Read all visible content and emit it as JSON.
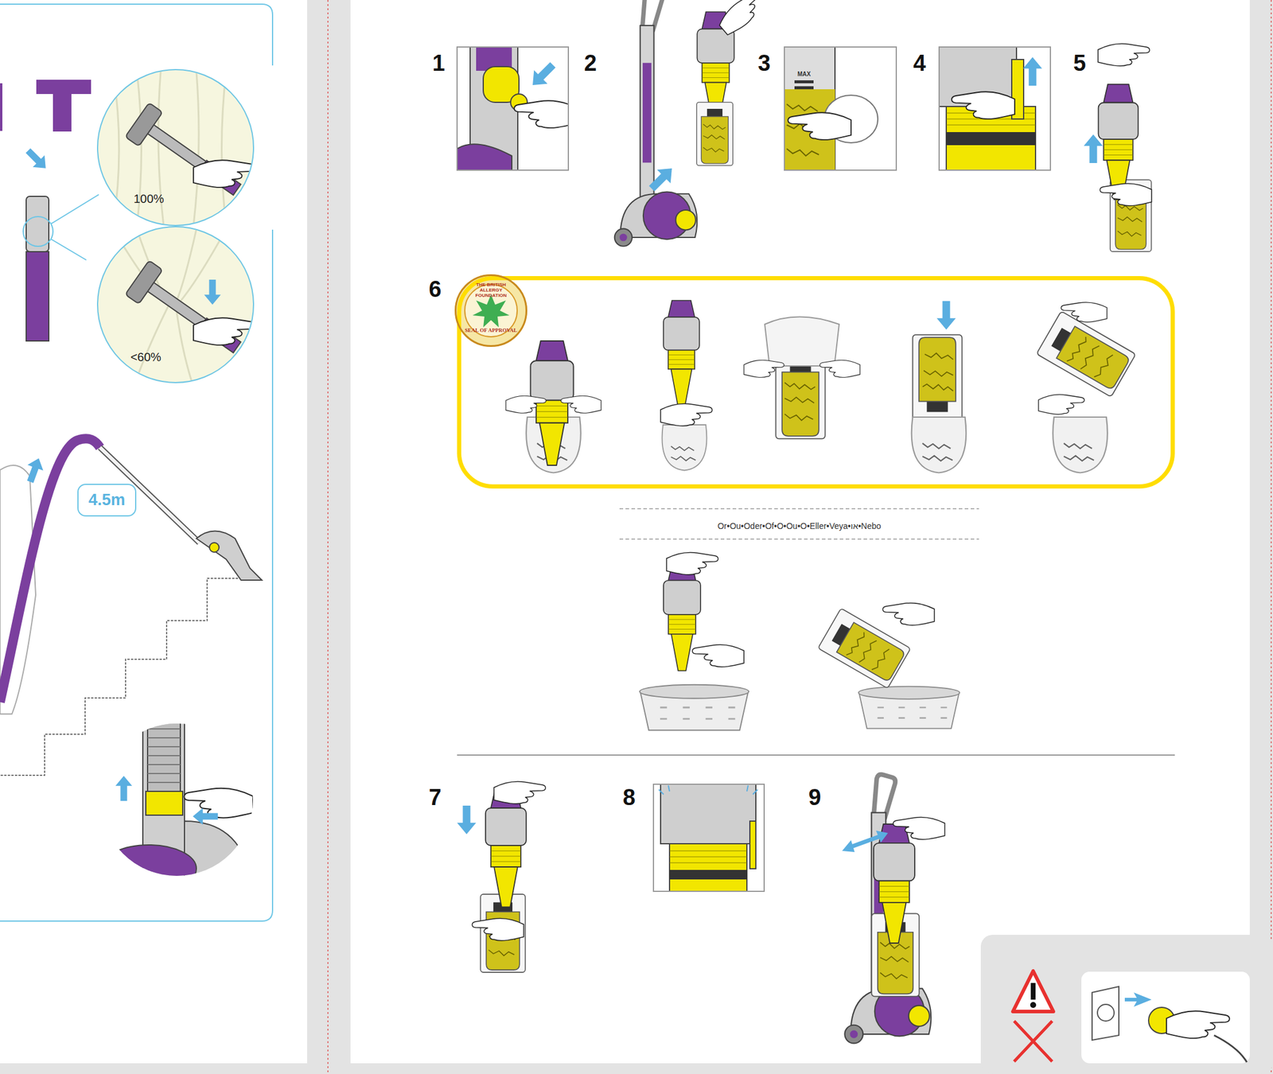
{
  "diagram": {
    "nodes": [
      {
        "text": [
          "100%"
        ]
      },
      {
        "text": [
          "<60%"
        ]
      },
      {
        "text": [
          "4.5m"
        ]
      },
      {
        "text": [
          "6"
        ]
      },
      {
        "text": [
          "THE BRITISH ALLERGY FOUNDATION",
          "SEAL OF APPROVAL"
        ],
        "in": 3
      }
    ],
    "labels": [
      "1",
      "2",
      "3",
      "4",
      "5",
      "MAX",
      "Or•Ou•Oder•Of•O•Ou•O•Eller•Veya•או•Nebo",
      "7",
      "8",
      "9"
    ]
  }
}
